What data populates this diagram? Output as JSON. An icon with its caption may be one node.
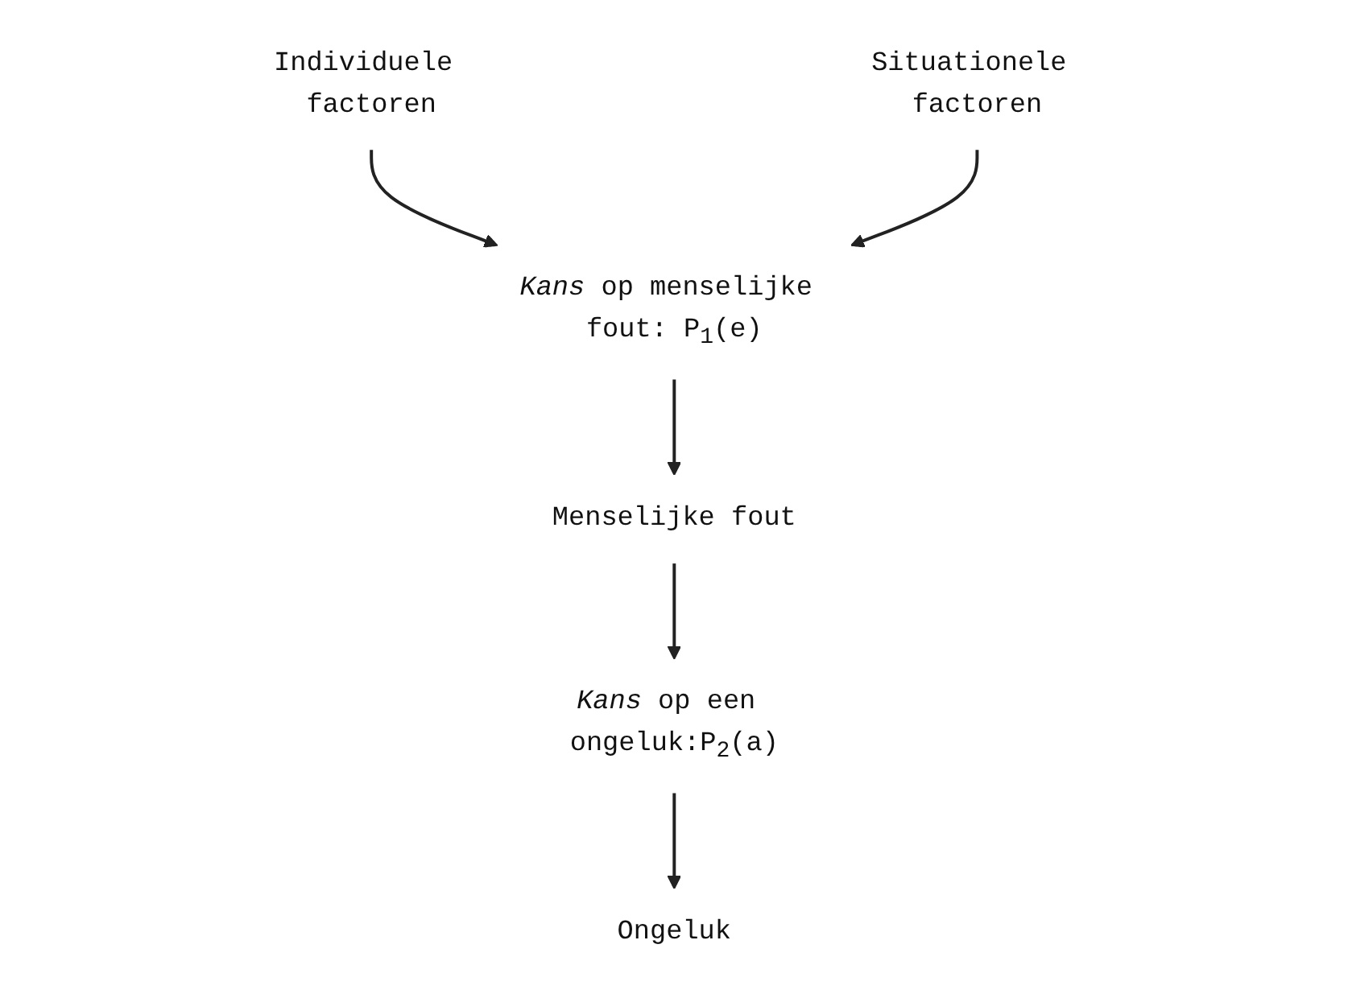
{
  "diagram": {
    "nodes": [
      {
        "text": [
          "Individuele factoren"
        ]
      },
      {
        "text": [
          "Situationele factoren"
        ]
      },
      {
        "text": [
          "*Kans* op menselijke fout: P$_{1}$(e)"
        ]
      },
      {
        "text": [
          "Menselijke fout"
        ]
      },
      {
        "text": [
          "*Kans* op een ongeluk:P$_{2}$(a)"
        ]
      },
      {
        "text": [
          "Ongeluk"
        ]
      }
    ],
    "edges": [
      {
        "from": 0,
        "to": 2,
        "arrow": "to"
      },
      {
        "from": 1,
        "to": 2,
        "arrow": "to"
      },
      {
        "from": 2,
        "to": 3,
        "arrow": "to"
      },
      {
        "from": 3,
        "to": 4,
        "arrow": "to"
      },
      {
        "from": 4,
        "to": 5,
        "arrow": "to"
      }
    ]
  }
}
